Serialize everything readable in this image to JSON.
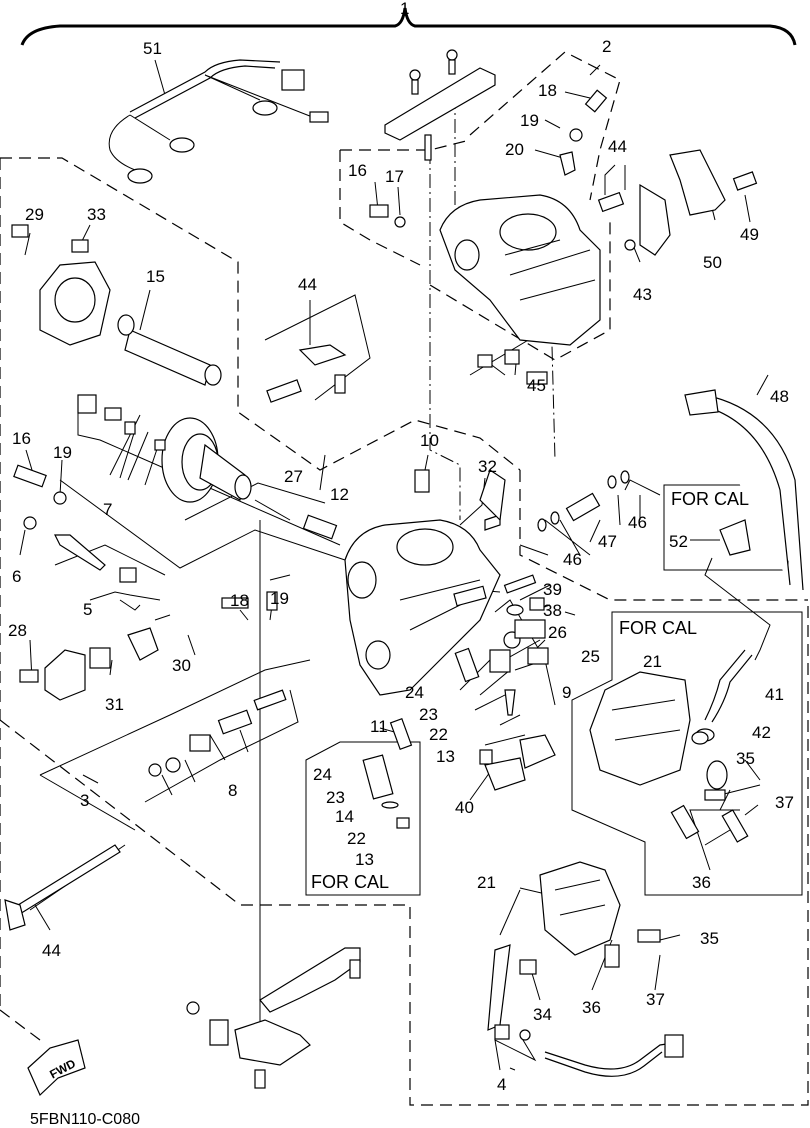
{
  "diagram": {
    "title_number": "1",
    "code": "5FBN110-C080",
    "fwd_label": "FWD",
    "for_cal_label": "FOR CAL",
    "callouts": {
      "c1": "1",
      "c2": "2",
      "c3": "3",
      "c4": "4",
      "c5": "5",
      "c6": "6",
      "c7": "7",
      "c8": "8",
      "c9": "9",
      "c10": "10",
      "c11": "11",
      "c12": "12",
      "c13": "13",
      "c13b": "13",
      "c14": "14",
      "c15": "15",
      "c16a": "16",
      "c16b": "16",
      "c17": "17",
      "c18a": "18",
      "c18b": "18",
      "c19a": "19",
      "c19b": "19",
      "c19c": "19",
      "c20": "20",
      "c21a": "21",
      "c21b": "21",
      "c22a": "22",
      "c22b": "22",
      "c23a": "23",
      "c23b": "23",
      "c24a": "24",
      "c24b": "24",
      "c25": "25",
      "c26": "26",
      "c27": "27",
      "c28": "28",
      "c29": "29",
      "c30": "30",
      "c31": "31",
      "c32": "32",
      "c33": "33",
      "c34": "34",
      "c35a": "35",
      "c35b": "35",
      "c36a": "36",
      "c36b": "36",
      "c37a": "37",
      "c37b": "37",
      "c38": "38",
      "c39": "39",
      "c40": "40",
      "c41": "41",
      "c42": "42",
      "c43": "43",
      "c44a": "44",
      "c44b": "44",
      "c44c": "44",
      "c45": "45",
      "c46a": "46",
      "c46b": "46",
      "c47": "47",
      "c48": "48",
      "c49": "49",
      "c50": "50",
      "c51": "51",
      "c52": "52"
    }
  }
}
